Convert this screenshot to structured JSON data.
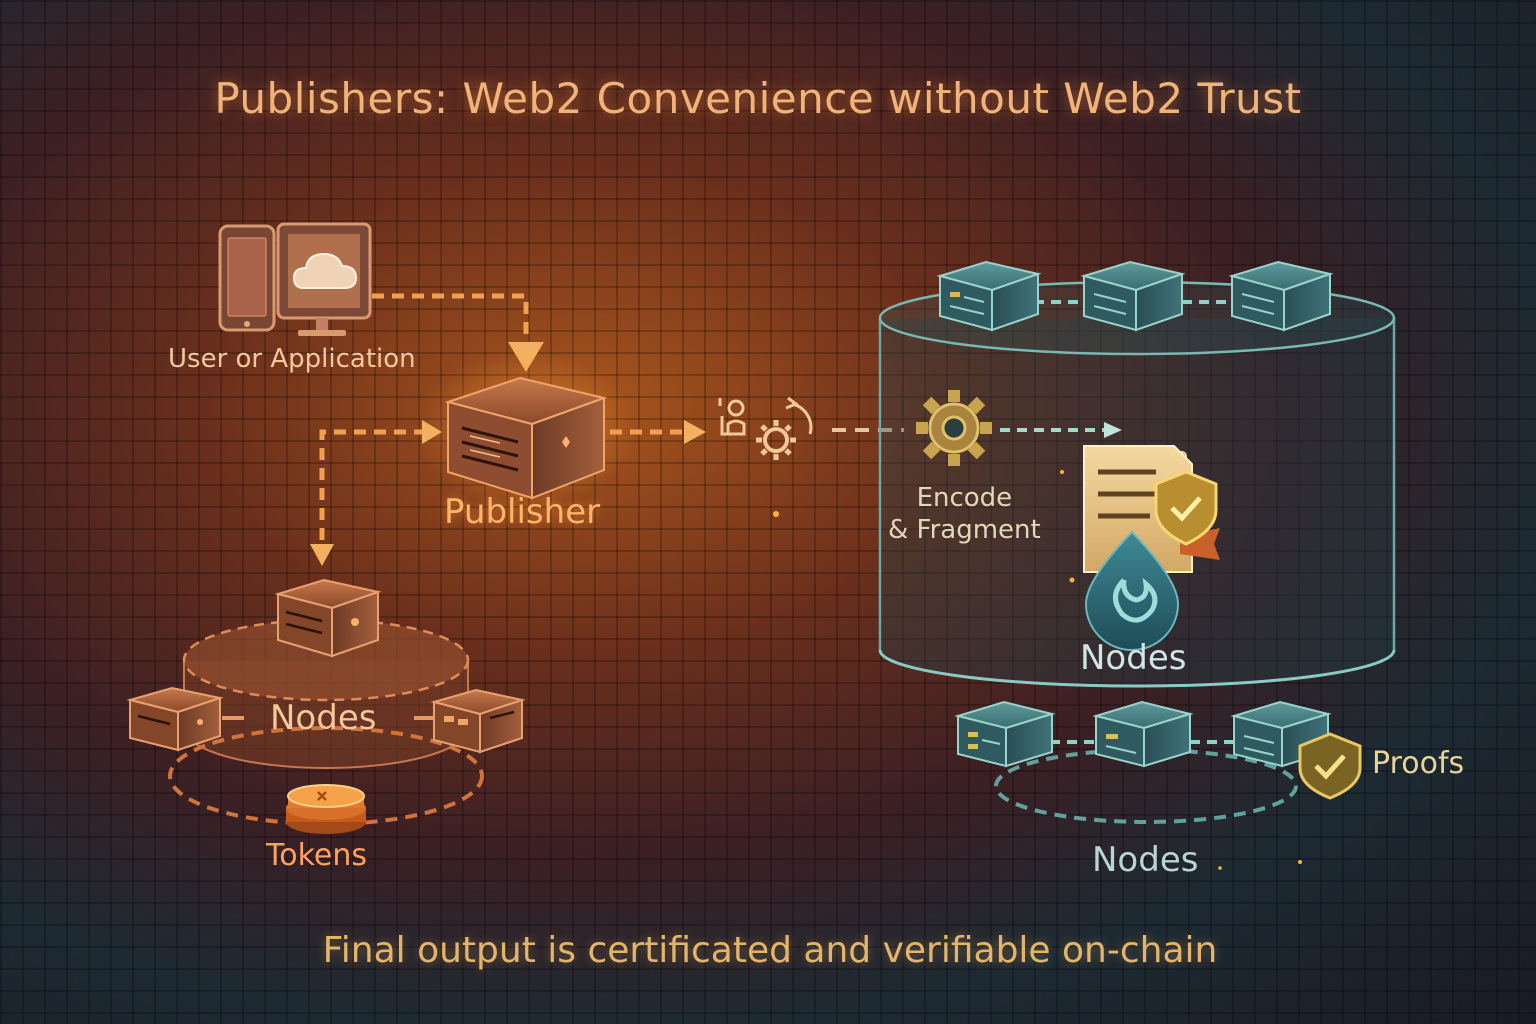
{
  "title": "Publishers: Web2 Convenience without Web2 Trust",
  "footer": "Final output is certificated and verifiable on-chain",
  "labels": {
    "user_app": "User or Application",
    "publisher": "Publisher",
    "nodes_left": "Nodes",
    "tokens": "Tokens",
    "encode_line1": "Encode",
    "encode_line2": "& Fragment",
    "nodes_cylinder": "Nodes",
    "proofs": "Proofs",
    "nodes_right": "Nodes"
  },
  "icons": {
    "devices": "phone-monitor-cloud-icon",
    "publisher": "server-box-icon",
    "workflow": "workflow-gear-icon",
    "encode": "gear-icon",
    "document": "certified-document-icon",
    "drop": "water-drop-icon",
    "proof": "shield-check-icon",
    "tokens": "coin-stack-icon"
  },
  "colors": {
    "warm_accent": "#f0a050",
    "cool_accent": "#6fc3bd",
    "gold": "#e0b84a",
    "title": "#f0b37a"
  }
}
